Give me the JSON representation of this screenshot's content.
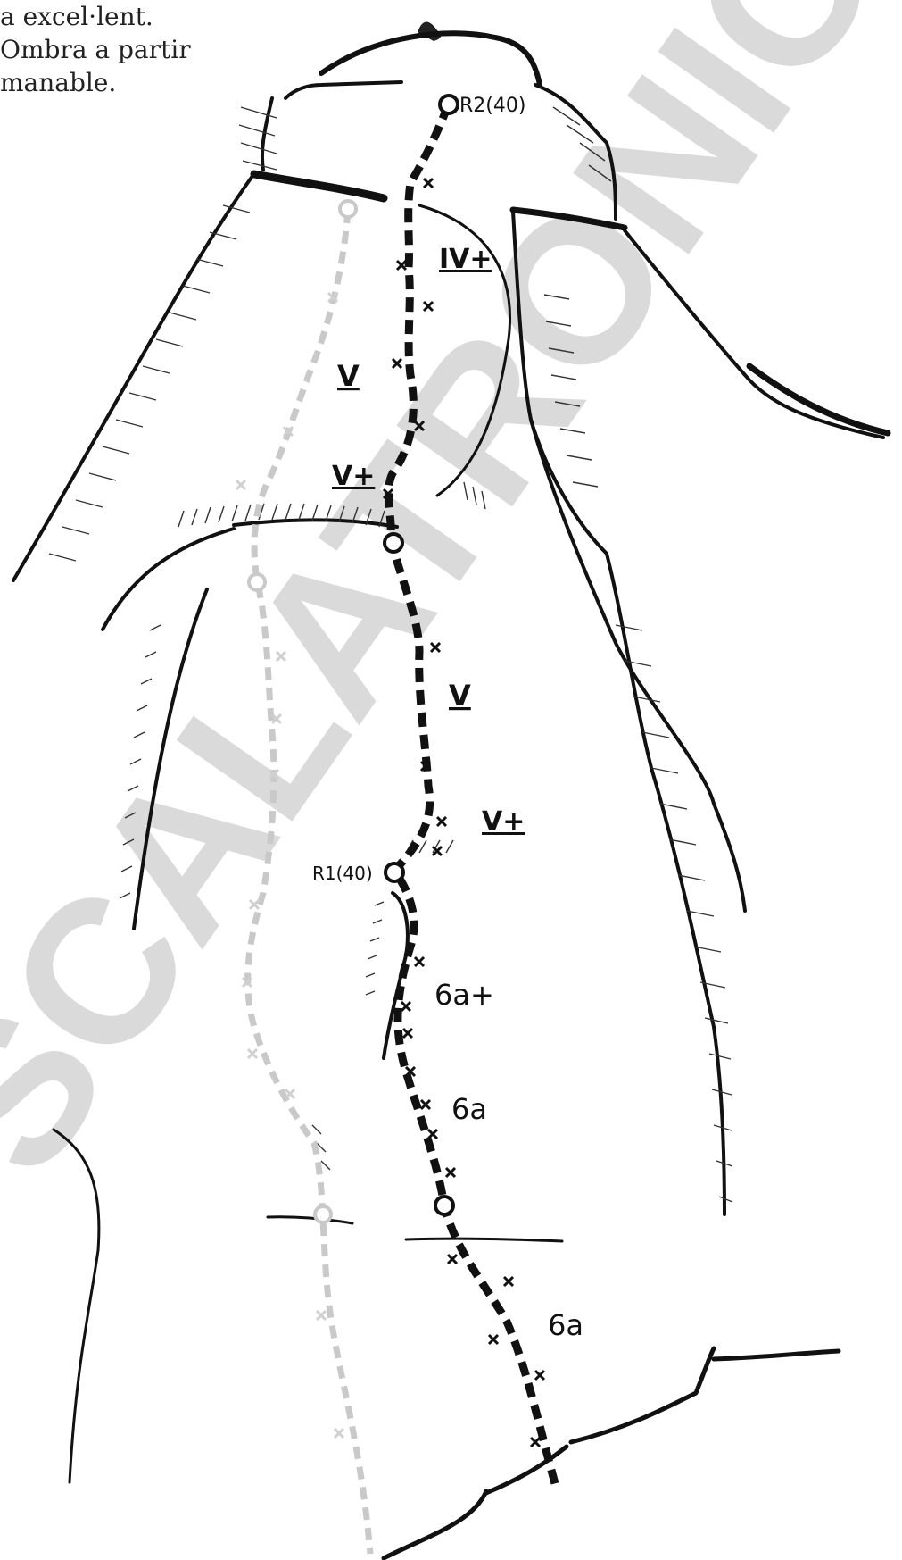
{
  "intro_lines": [
    "a excel·lent.",
    "Ombra a partir",
    "manable."
  ],
  "watermark": "SCALATRONIC",
  "route": {
    "belays": [
      "R2(40)",
      "R1(40)"
    ],
    "grades": [
      "IV+",
      "V",
      "V+",
      "V",
      "V+",
      "6a+",
      "6a",
      "6a"
    ]
  },
  "colors": {
    "route_main": "#111111",
    "route_alt": "#c9c9c9",
    "watermark": "#bdbdbd"
  }
}
